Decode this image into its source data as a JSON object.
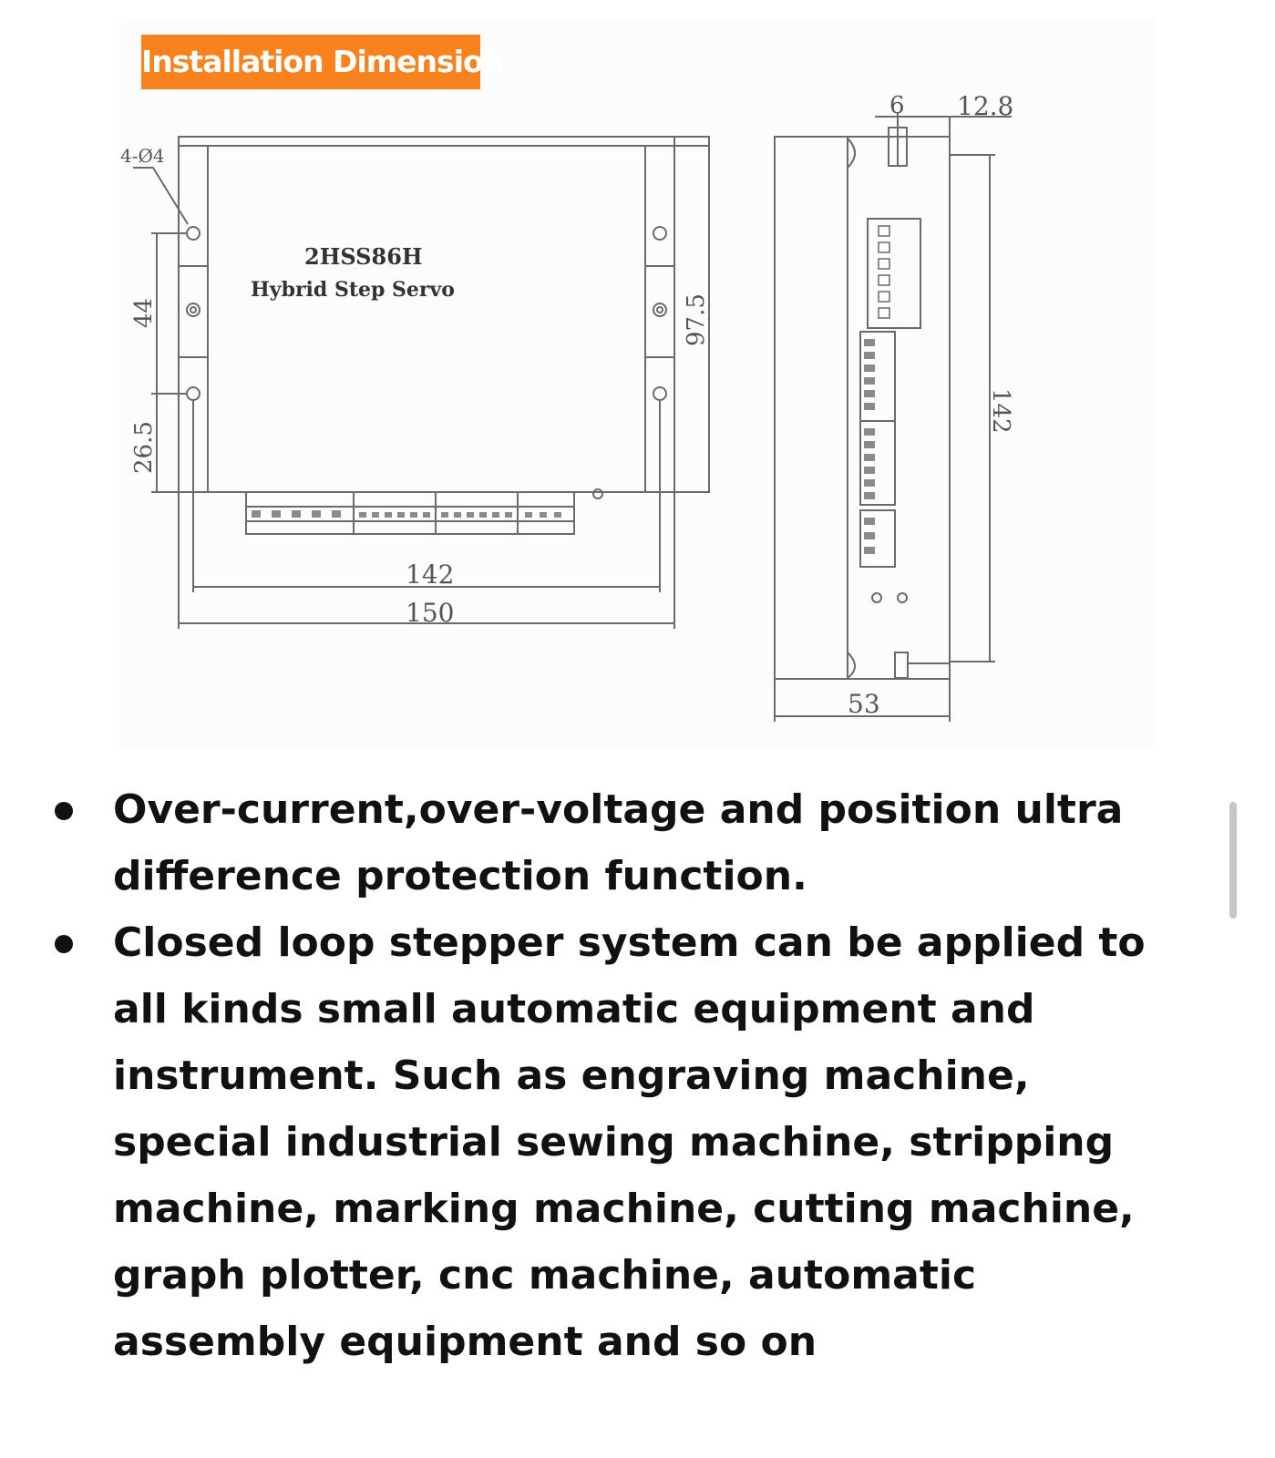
{
  "header": {
    "badge_label": "Installation Dimension"
  },
  "diagram": {
    "front": {
      "model": "2HSS86H",
      "description": "Hybrid Step Servo",
      "hole_label": "4-Ø4",
      "dims": {
        "inner_width": "142",
        "outer_width": "150",
        "height": "97.5",
        "hole_spacing": "44",
        "bottom_offset": "26.5"
      }
    },
    "side": {
      "dims": {
        "top_small": "6",
        "top_large": "12.8",
        "height": "142",
        "depth": "53"
      }
    }
  },
  "bullets": [
    {
      "text": "Over-current,over-voltage and position ultra difference protection function."
    },
    {
      "text": "Closed loop stepper system can be applied to all kinds small automatic equipment and instrument. Such as engraving machine, special industrial sewing machine, stripping machine, marking machine, cutting machine, graph plotter, cnc machine, automatic assembly equipment and so on"
    }
  ],
  "colors": {
    "badge_bg": "#f7821e",
    "badge_text": "#ffffff",
    "line": "#6a6a6a",
    "body_text": "#111111"
  }
}
